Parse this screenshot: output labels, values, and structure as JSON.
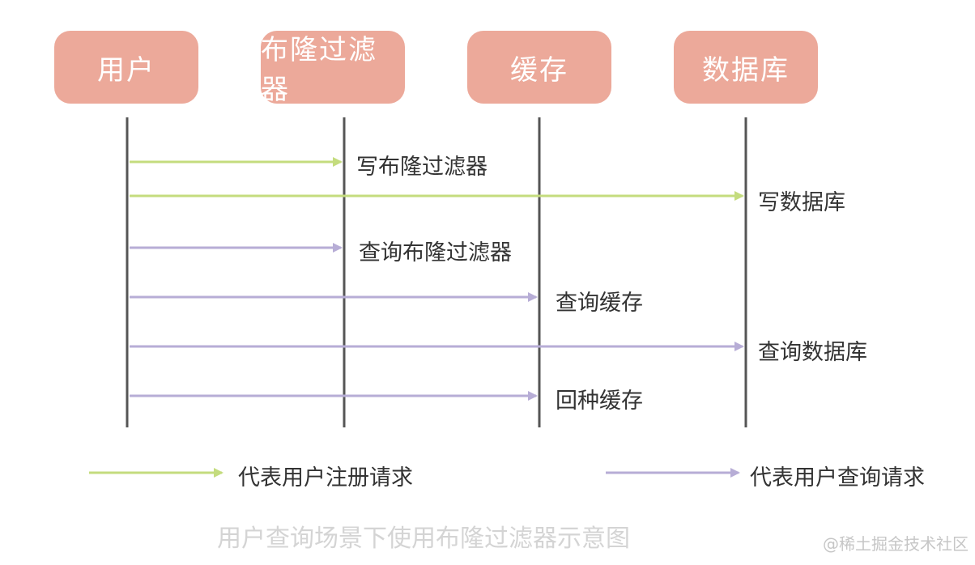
{
  "colors": {
    "actor_fill": "#eca99a",
    "actor_text": "#ffffff",
    "lifeline": "#555555",
    "register_arrow": "#c4dc7e",
    "query_arrow": "#b7add6"
  },
  "actors": [
    {
      "label": "用户"
    },
    {
      "label": "布隆过滤器"
    },
    {
      "label": "缓存"
    },
    {
      "label": "数据库"
    }
  ],
  "messages": [
    {
      "label": "写布隆过滤器",
      "from": 0,
      "to": 1,
      "kind": "register"
    },
    {
      "label": "写数据库",
      "from": 0,
      "to": 3,
      "kind": "register"
    },
    {
      "label": "查询布隆过滤器",
      "from": 0,
      "to": 1,
      "kind": "query"
    },
    {
      "label": "查询缓存",
      "from": 0,
      "to": 2,
      "kind": "query"
    },
    {
      "label": "查询数据库",
      "from": 0,
      "to": 3,
      "kind": "query"
    },
    {
      "label": "回种缓存",
      "from": 0,
      "to": 2,
      "kind": "query"
    }
  ],
  "legend": {
    "register": "代表用户注册请求",
    "query": "代表用户查询请求"
  },
  "caption": "用户查询场景下使用布隆过滤器示意图",
  "watermark": "@稀土掘金技术社区"
}
